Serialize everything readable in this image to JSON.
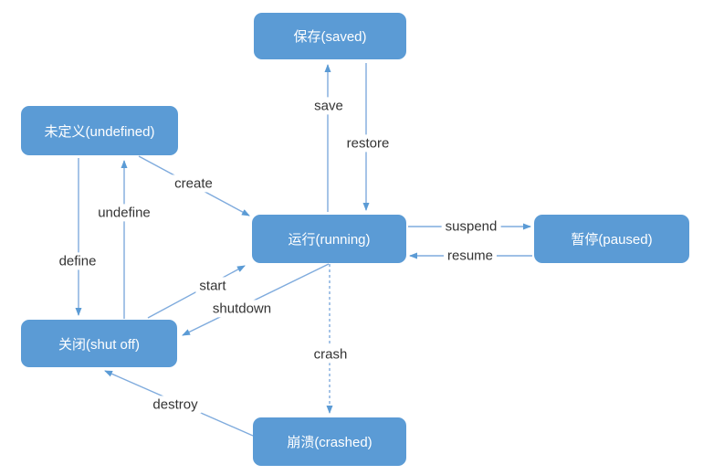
{
  "diagram": {
    "type": "state-transition-diagram",
    "states": {
      "saved": {
        "label": "保存(saved)"
      },
      "undefined": {
        "label": "未定义(undefined)"
      },
      "running": {
        "label": "运行(running)"
      },
      "paused": {
        "label": "暂停(paused)"
      },
      "shutoff": {
        "label": "关闭(shut off)"
      },
      "crashed": {
        "label": "崩溃(crashed)"
      }
    },
    "transitions": {
      "save": {
        "label": "save",
        "from": "running",
        "to": "saved",
        "style": "solid"
      },
      "restore": {
        "label": "restore",
        "from": "saved",
        "to": "running",
        "style": "solid"
      },
      "create": {
        "label": "create",
        "from": "undefined",
        "to": "running",
        "style": "solid"
      },
      "undefine": {
        "label": "undefine",
        "from": "shutoff",
        "to": "undefined",
        "style": "solid"
      },
      "define": {
        "label": "define",
        "from": "undefined",
        "to": "shutoff",
        "style": "solid"
      },
      "start": {
        "label": "start",
        "from": "shutoff",
        "to": "running",
        "style": "solid"
      },
      "shutdown": {
        "label": "shutdown",
        "from": "running",
        "to": "shutoff",
        "style": "solid"
      },
      "suspend": {
        "label": "suspend",
        "from": "running",
        "to": "paused",
        "style": "solid"
      },
      "resume": {
        "label": "resume",
        "from": "paused",
        "to": "running",
        "style": "solid"
      },
      "crash": {
        "label": "crash",
        "from": "running",
        "to": "crashed",
        "style": "dashed"
      },
      "destroy": {
        "label": "destroy",
        "from": "crashed",
        "to": "shutoff",
        "style": "solid"
      }
    },
    "colors": {
      "state_fill": "#5b9bd5",
      "state_text": "#ffffff",
      "connector": "#7fabdd",
      "arrowhead": "#5b9bd5",
      "label_text": "#333333",
      "background": "#ffffff"
    }
  }
}
